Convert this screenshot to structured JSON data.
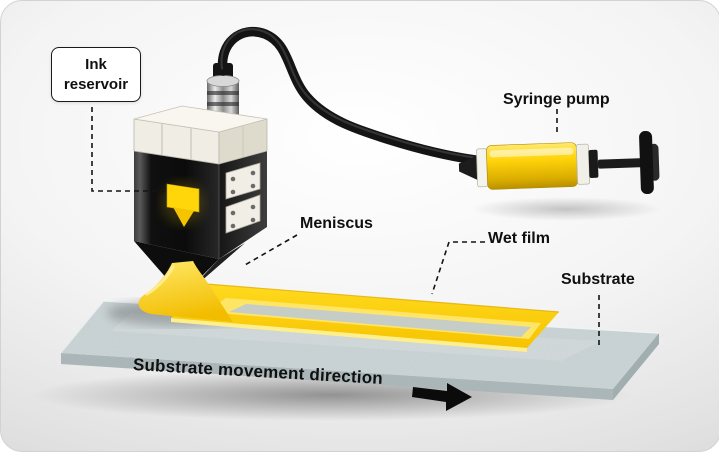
{
  "figure": {
    "labels": {
      "ink_reservoir": "Ink reservoir",
      "syringe_pump": "Syringe pump",
      "meniscus": "Meniscus",
      "wet_film": "Wet film",
      "substrate": "Substrate",
      "movement_direction": "Substrate movement direction"
    },
    "icons": {
      "movement_arrow": "arrow-right"
    },
    "colors": {
      "ink_yellow": "#FFD60A",
      "coating_head_black": "#141414",
      "substrate_glass": "#CCD6D8",
      "tube_black": "#1A1A1A",
      "label_text": "#101010",
      "background": "#EDEDED"
    }
  }
}
